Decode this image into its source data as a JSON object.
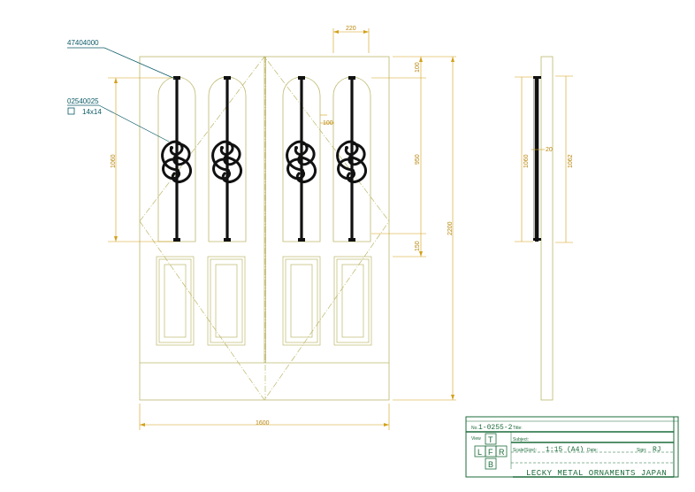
{
  "parts": {
    "p1": "47404000",
    "p2": "02540025",
    "p2_size": "14x14"
  },
  "dims": {
    "d220": "220",
    "d100a": "100",
    "d100b": "100",
    "d1060": "1060",
    "d950": "950",
    "d150": "150",
    "d2200": "2200",
    "d1600": "1600",
    "side_1060": "1060",
    "side_1062": "1062",
    "side_20": "20"
  },
  "title_block": {
    "no_label": "No.",
    "no_value": "1-0255-2",
    "title_label": "Title:",
    "view_label": "View",
    "subject_label": "Subject:",
    "scale_label": "Scale(Size):",
    "scale_value": "1:15 (A4)",
    "date_label": "Date:",
    "sign_label": "Sign:",
    "sign_value": "RJ",
    "view_T": "T",
    "view_L": "L",
    "view_F": "F",
    "view_R": "R",
    "view_B": "B",
    "company": "LECKY METAL ORNAMENTS JAPAN"
  },
  "colors": {
    "door_line": "#bdb76b",
    "dim_line": "#d4a017",
    "iron": "#111111",
    "leader": "#0b5a66",
    "title_green": "#1c6b3a"
  }
}
